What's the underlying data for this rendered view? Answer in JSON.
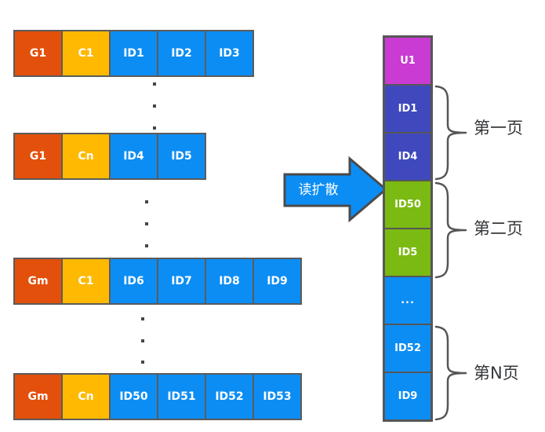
{
  "colors": {
    "group_red": "#E2500B",
    "conversation_amber": "#FFB900",
    "id_blue": "#0C8DF4",
    "user_magenta": "#C93BD3",
    "page1_indigo": "#3F49BD",
    "page2_green": "#7ABA12",
    "border_gray": "#5B5B5B",
    "arrow_fill_blue": "#0C8DF4",
    "arrow_stroke_gray": "#4A4A4A",
    "label_text": "#35383B"
  },
  "left_rows": [
    {
      "cells": [
        {
          "label": "G1"
        },
        {
          "label": "C1"
        },
        {
          "label": "ID1"
        },
        {
          "label": "ID2"
        },
        {
          "label": "ID3"
        }
      ]
    },
    {
      "cells": [
        {
          "label": "G1"
        },
        {
          "label": "Cn"
        },
        {
          "label": "ID4"
        },
        {
          "label": "ID5"
        }
      ]
    },
    {
      "cells": [
        {
          "label": "Gm"
        },
        {
          "label": "C1"
        },
        {
          "label": "ID6"
        },
        {
          "label": "ID7"
        },
        {
          "label": "ID8"
        },
        {
          "label": "ID9"
        }
      ]
    },
    {
      "cells": [
        {
          "label": "Gm"
        },
        {
          "label": "Cn"
        },
        {
          "label": "ID50"
        },
        {
          "label": "ID51"
        },
        {
          "label": "ID52"
        },
        {
          "label": "ID53"
        }
      ]
    }
  ],
  "ellipsis_groups": [
    {
      "between": "row1-row2",
      "dots": 3
    },
    {
      "between": "row2-row3",
      "dots": 3
    },
    {
      "between": "row3-row4",
      "dots": 3
    }
  ],
  "arrow": {
    "label": "读扩散"
  },
  "right_column": {
    "cells": [
      {
        "label": "U1",
        "type": "user"
      },
      {
        "label": "ID1",
        "type": "page1"
      },
      {
        "label": "ID4",
        "type": "page1"
      },
      {
        "label": "ID50",
        "type": "page2"
      },
      {
        "label": "ID5",
        "type": "page2"
      },
      {
        "label": "...",
        "type": "more"
      },
      {
        "label": "ID52",
        "type": "pageN"
      },
      {
        "label": "ID9",
        "type": "pageN"
      }
    ]
  },
  "page_labels": [
    {
      "label": "第一页"
    },
    {
      "label": "第二页"
    },
    {
      "label": "第N页"
    }
  ]
}
